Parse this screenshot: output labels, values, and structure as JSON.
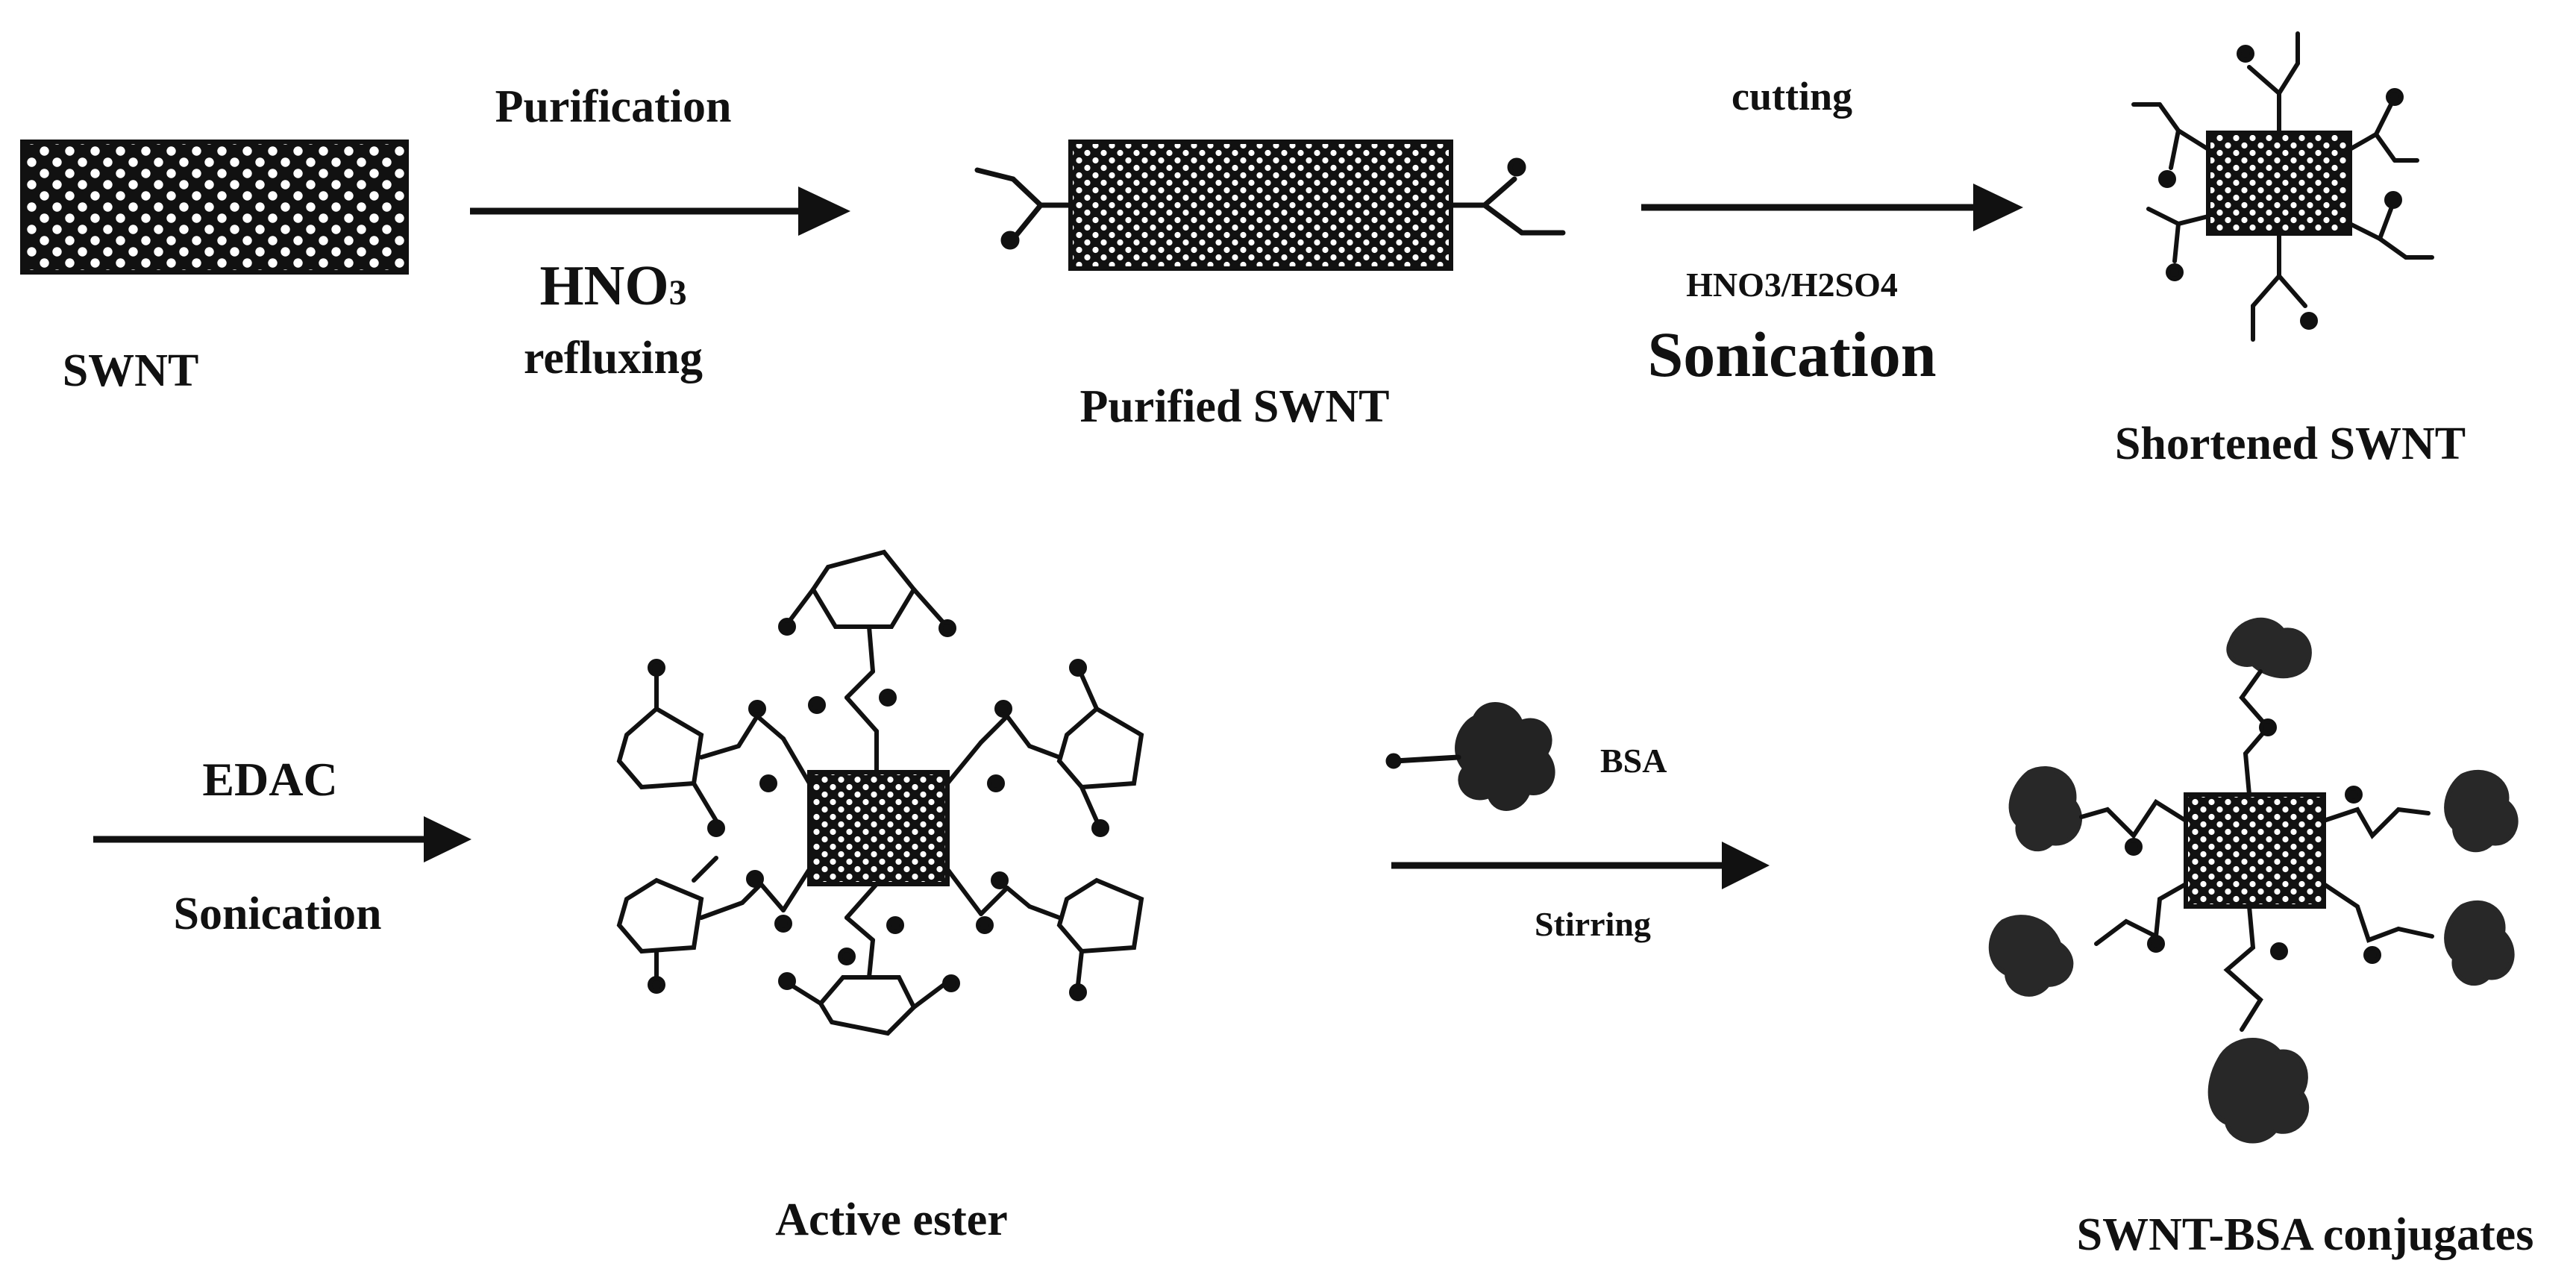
{
  "step1": {
    "above": "Purification",
    "reagent": "HNO",
    "reagent_sub": "3",
    "below": "refluxing"
  },
  "step2": {
    "above": "cutting",
    "reagent": "HNO3/H2SO4",
    "below": "Sonication"
  },
  "step3": {
    "above": "EDAC",
    "below": "Sonication"
  },
  "step4": {
    "reagent": "BSA",
    "below": "Stirring"
  },
  "products": {
    "swnt": "SWNT",
    "purified": "Purified SWNT",
    "shortened": "Shortened SWNT",
    "active_ester": "Active ester",
    "conjugates": "SWNT-BSA conjugates"
  },
  "colors": {
    "ink": "#111111",
    "background": "#ffffff"
  }
}
